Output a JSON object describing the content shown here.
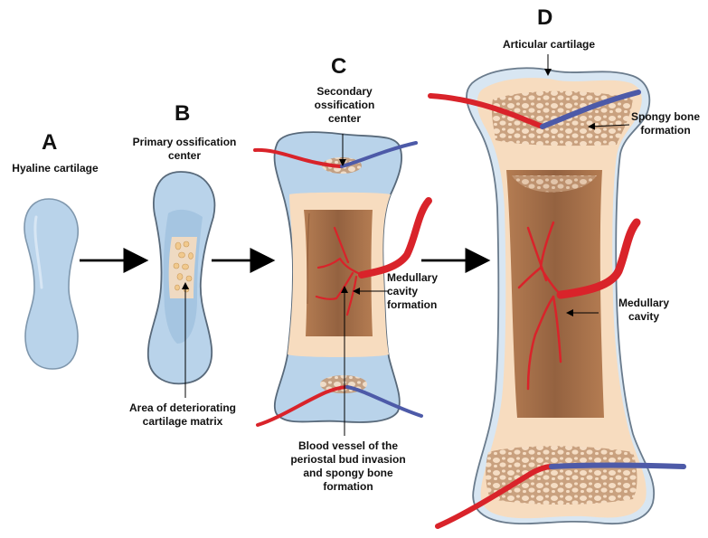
{
  "stages": {
    "a": "A",
    "b": "B",
    "c": "C",
    "d": "D"
  },
  "labels": {
    "hyaline": "Hyaline cartilage",
    "primary": "Primary ossification\ncenter",
    "deteriorating": "Area of deteriorating\ncartilage matrix",
    "secondary": "Secondary\nossification\ncenter",
    "medullary_formation": "Medullary\ncavity\nformation",
    "blood_vessel": "Blood vessel of the\nperiostal bud invasion\nand spongy bone\nformation",
    "articular": "Articular cartilage",
    "spongy": "Spongy bone\nformation",
    "medullary": "Medullary\ncavity"
  },
  "colors": {
    "cartilage": "#b9d3ea",
    "cartilage_edge": "#7f97ad",
    "bone": "#f7dcbf",
    "spongy": "#b98a66",
    "cavity": "#9c6a45",
    "artery": "#d9232a",
    "vein": "#4d5aa8"
  }
}
